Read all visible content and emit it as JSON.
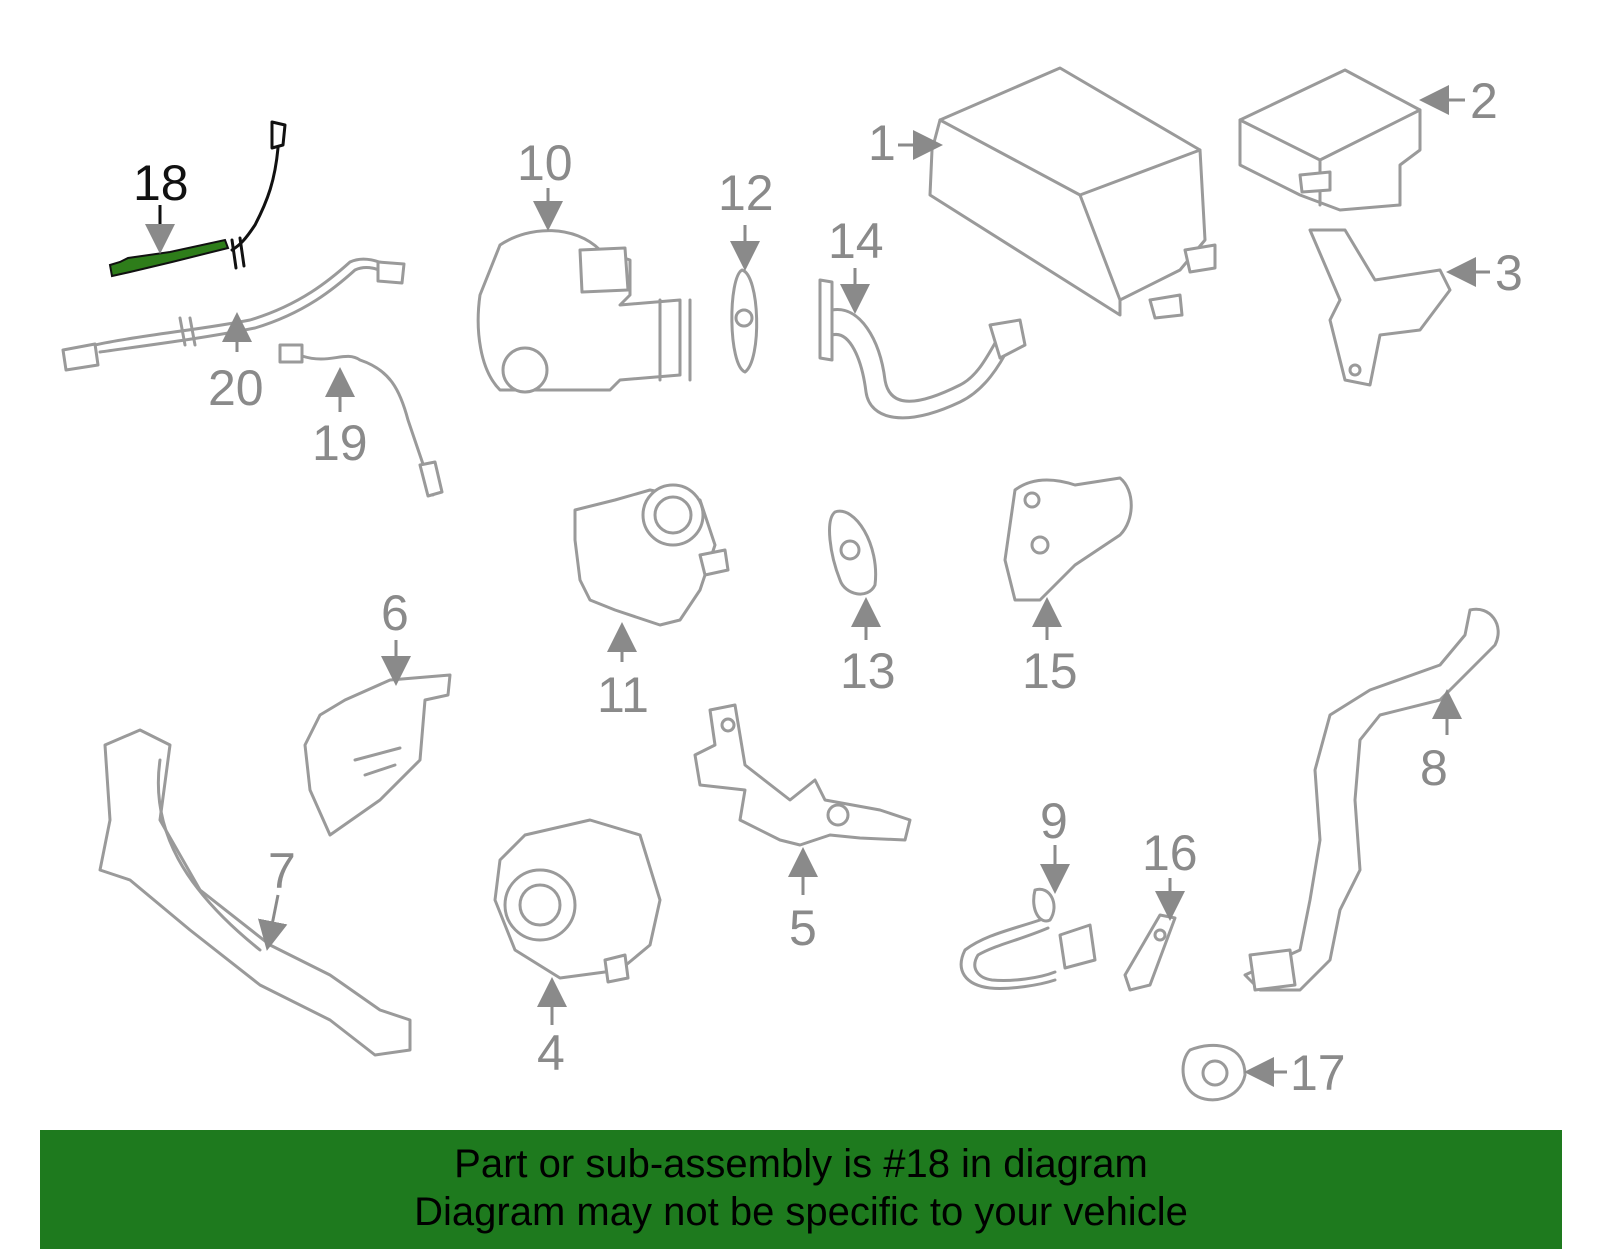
{
  "diagram": {
    "highlighted_part": "18",
    "labels": {
      "p1": "1",
      "p2": "2",
      "p3": "3",
      "p4": "4",
      "p5": "5",
      "p6": "6",
      "p7": "7",
      "p8": "8",
      "p9": "9",
      "p10": "10",
      "p11": "11",
      "p12": "12",
      "p13": "13",
      "p14": "14",
      "p15": "15",
      "p16": "16",
      "p17": "17",
      "p18": "18",
      "p19": "19",
      "p20": "20"
    },
    "colors": {
      "highlight": "#2e7d1a",
      "banner": "#1e7a1e",
      "parts": "#9a9a9a"
    }
  },
  "banner": {
    "line1": "Part or sub-assembly is #18 in diagram",
    "line2": "Diagram may not be specific to your vehicle"
  }
}
